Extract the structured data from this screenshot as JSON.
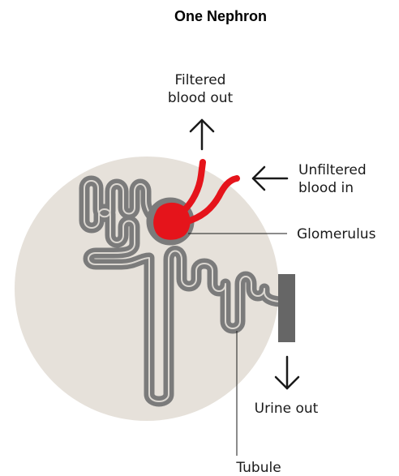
{
  "title": "One Nephron",
  "labels": {
    "filtered_line1": "Filtered",
    "filtered_line2": "blood out",
    "unfiltered_line1": "Unfiltered",
    "unfiltered_line2": "blood in",
    "glomerulus": "Glomerulus",
    "urine": "Urine out",
    "tubule": "Tubule"
  },
  "colors": {
    "background_circle": "#e6e1da",
    "tubule": "#7b7b7b",
    "collecting_duct": "#666666",
    "blood": "#e5141b",
    "text": "#1a1a1a"
  }
}
